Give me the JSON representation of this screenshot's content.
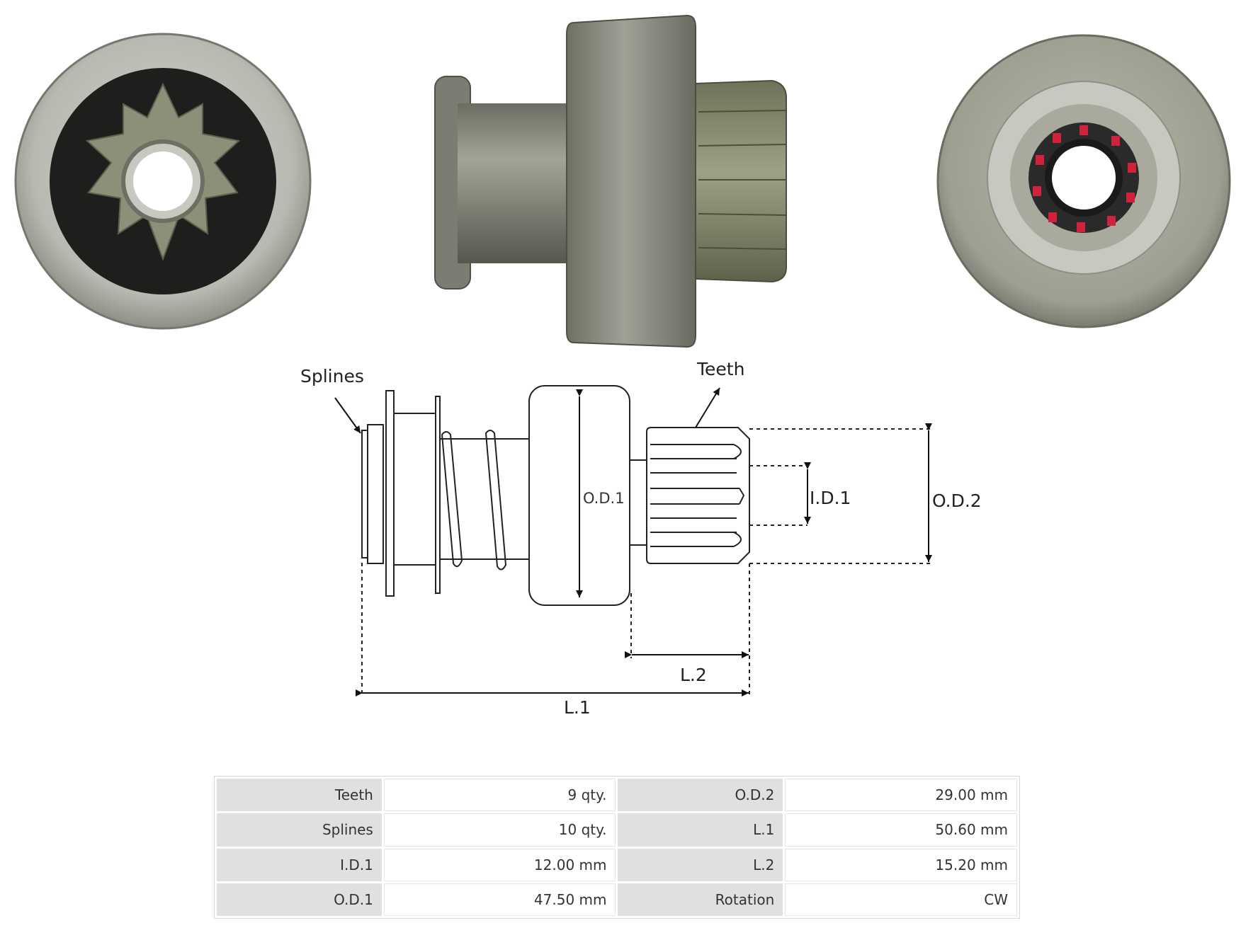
{
  "diagram_labels": {
    "splines": "Splines",
    "teeth": "Teeth",
    "od1": "O.D.1",
    "id1": "I.D.1",
    "od2": "O.D.2",
    "l1": "L.1",
    "l2": "L.2"
  },
  "specs": [
    [
      {
        "label": "Teeth",
        "value": "9 qty."
      },
      {
        "label": "O.D.2",
        "value": "29.00 mm"
      }
    ],
    [
      {
        "label": "Splines",
        "value": "10 qty."
      },
      {
        "label": "L.1",
        "value": "50.60 mm"
      }
    ],
    [
      {
        "label": "I.D.1",
        "value": "12.00 mm"
      },
      {
        "label": "L.2",
        "value": "15.20 mm"
      }
    ],
    [
      {
        "label": "O.D.1",
        "value": "47.50 mm"
      },
      {
        "label": "Rotation",
        "value": "CW"
      }
    ]
  ],
  "colors": {
    "metal": "#8c8e80",
    "metal_light": "#b4b5ac",
    "gear": "#8a8c74",
    "dark": "#2a2a2a",
    "red_marks": "#d0223a"
  }
}
